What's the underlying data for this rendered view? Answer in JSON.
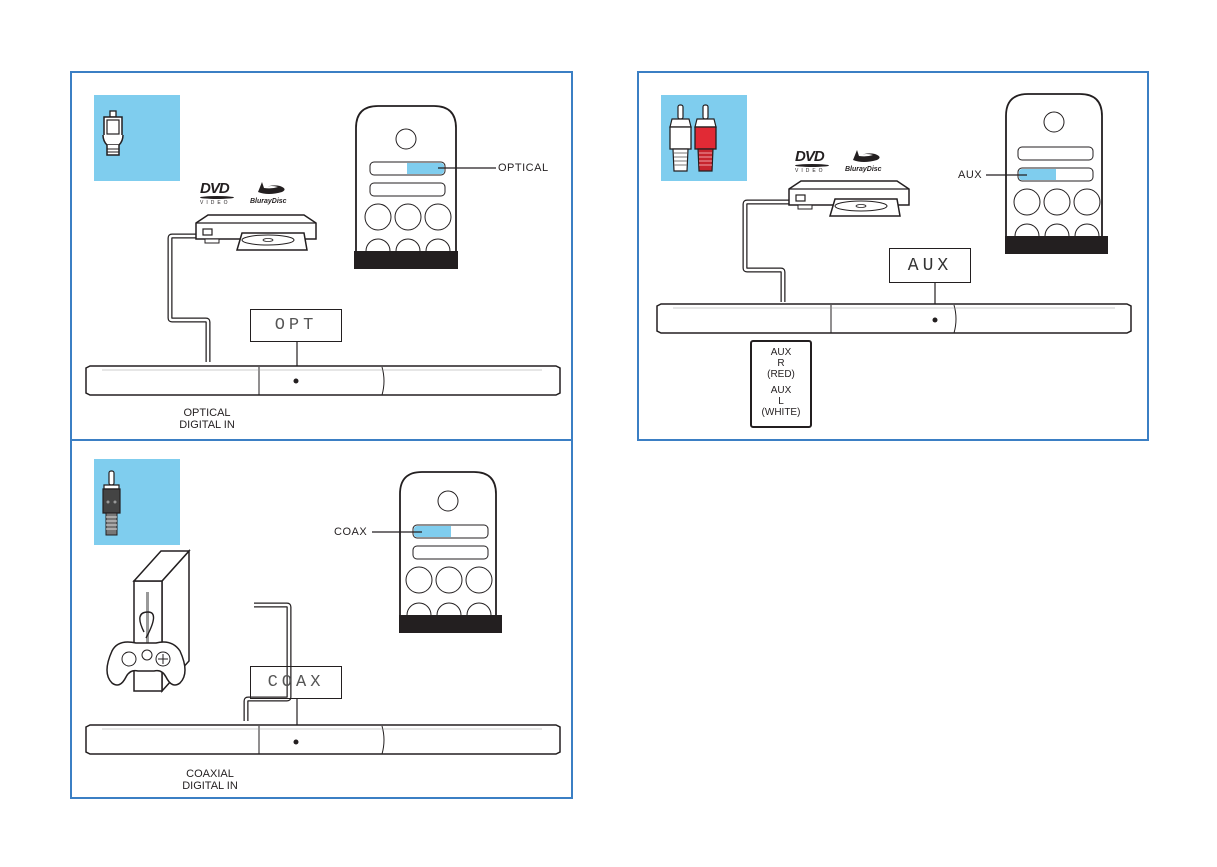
{
  "colors": {
    "panel_border": "#3b7fc4",
    "connector_bg": "#7fcdee",
    "highlight": "#7fcdee",
    "ink": "#231f20",
    "red_plug": "#e12a35"
  },
  "panels": [
    {
      "id": "optical",
      "connector_icon": "optical-toslink-plug-icon",
      "source_device": "dvd-bluray-player",
      "logos": [
        "DVD VIDEO",
        "Blu-ray Disc"
      ],
      "remote_callout": "OPTICAL",
      "remote_highlight_row": 1,
      "display_text": "OPT",
      "input_label": [
        "OPTICAL",
        "DIGITAL IN"
      ]
    },
    {
      "id": "coaxial",
      "connector_icon": "coaxial-rca-plug-icon",
      "source_device": "game-console",
      "remote_callout": "COAX",
      "remote_highlight_row": 1,
      "display_text": "COAX",
      "input_label": [
        "COAXIAL",
        "DIGITAL IN"
      ]
    },
    {
      "id": "aux",
      "connector_icon": "rca-red-white-plugs-icon",
      "source_device": "dvd-bluray-player",
      "logos": [
        "DVD VIDEO",
        "Blu-ray Disc"
      ],
      "remote_callout": "AUX",
      "remote_highlight_row": 2,
      "display_text": "AUX",
      "jack_labels": {
        "r_line1": "AUX",
        "r_line2": "R",
        "r_line3": "(RED)",
        "l_line1": "AUX",
        "l_line2": "L",
        "l_line3": "(WHITE)"
      }
    }
  ],
  "logos": {
    "dvd_main": "DVD",
    "dvd_sub": "VIDEO",
    "bluray": "BlurayDisc"
  }
}
